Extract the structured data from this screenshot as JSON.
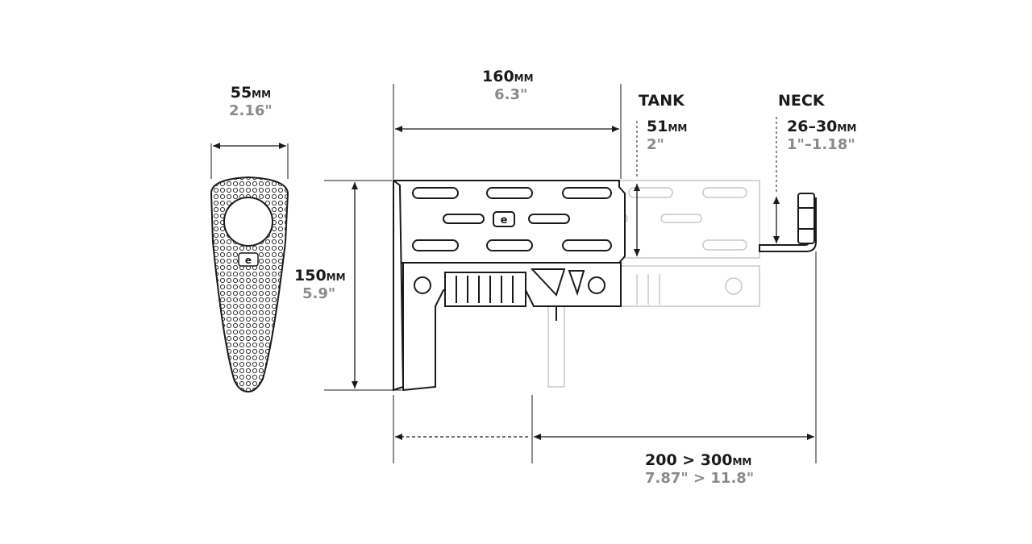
{
  "dimensions": {
    "butt_width": {
      "metric": "55",
      "unit": "MM",
      "imperial": "2.16\""
    },
    "length": {
      "metric": "160",
      "unit": "MM",
      "imperial": "6.3\""
    },
    "height": {
      "metric": "150",
      "unit": "MM",
      "imperial": "5.9\""
    },
    "tank": {
      "heading": "TANK",
      "metric": "51",
      "unit": "MM",
      "imperial": "2\""
    },
    "neck": {
      "heading": "NECK",
      "metric": "26–30",
      "unit": "MM",
      "imperial": "1\"–1.18\""
    },
    "extension": {
      "metric": "200 > 300",
      "unit": "MM",
      "imperial": "7.87\" > 11.8\""
    }
  },
  "colors": {
    "line": "#1a1a1a",
    "ghost": "#c8c8c8",
    "imperial": "#8a8a8a"
  },
  "logo_text": "e"
}
